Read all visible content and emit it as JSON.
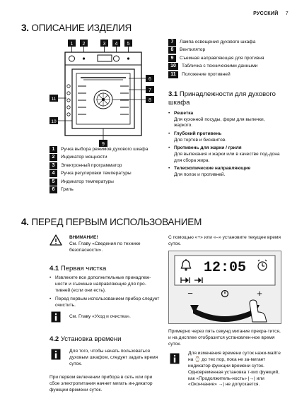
{
  "header": {
    "language": "РУССКИЙ",
    "page_number": "7"
  },
  "section3": {
    "num": "3.",
    "title": "ОПИСАНИЕ ИЗДЕЛИЯ",
    "diagram_callouts": [
      "1",
      "2",
      "3",
      "4",
      "5",
      "6",
      "7",
      "8",
      "9",
      "10",
      "11"
    ],
    "legend_left": [
      {
        "num": "1",
        "text": "Ручка выбора режимов духового шкафа"
      },
      {
        "num": "2",
        "text": "Индикатор мощности"
      },
      {
        "num": "3",
        "text": "Электронный программатор"
      },
      {
        "num": "4",
        "text": "Ручка регулировки температуры"
      },
      {
        "num": "5",
        "text": "Индикатор температуры"
      },
      {
        "num": "6",
        "text": "Гриль"
      }
    ],
    "legend_right": [
      {
        "num": "7",
        "text": "Лампа освещения духового шкафа"
      },
      {
        "num": "8",
        "text": "Вентилятор"
      },
      {
        "num": "9",
        "text": "Съемная направляющая для противня"
      },
      {
        "num": "10",
        "text": "Табличка с техническими данными"
      },
      {
        "num": "11",
        "text": "Положение противней"
      }
    ],
    "sub31": {
      "num": "3.1",
      "title": "Принадлежности для духового шкафа",
      "items": [
        {
          "title": "Решетка",
          "desc": "Для кухонной посуды, форм для выпечки, жаркого."
        },
        {
          "title": "Глубокий противень",
          "desc": "Для тортов и бисквитов."
        },
        {
          "title": "Противень для жарки / гриля",
          "desc": "Для выпекания и жарки или в качестве под-дона для сбора жира."
        },
        {
          "title": "Телескопические направляющие",
          "desc": "Для полок и противней."
        }
      ]
    }
  },
  "section4": {
    "num": "4.",
    "title": "ПЕРЕД ПЕРВЫМ ИСПОЛЬЗОВАНИЕМ",
    "warning": {
      "title": "ВНИМАНИЕ!",
      "text": "См. Главу «Сведения по технике безопасности»."
    },
    "sub41": {
      "num": "4.1",
      "title": "Первая чистка",
      "bullets": [
        "Извлеките все дополнительные принадлеж-ности и съемные направляющие для про-тивней (если они есть).",
        "Перед первым использованием прибор следует очистить."
      ],
      "info": "См. Главу «Уход и очистка»."
    },
    "sub42": {
      "num": "4.2",
      "title": "Установка времени",
      "info": "Для того, чтобы начать пользоваться духовым шкафом, следует задать время суток.",
      "para": "При первом включении прибора в сеть или при сбое электропитания начнет мигать ин-дикатор функции времени суток."
    },
    "right_intro": "С помощью «+» или «–» установите текущее время суток.",
    "display": {
      "time": "12:05",
      "minus": "−",
      "plus": "+"
    },
    "right_para": "Примерно через пять секунд мигание прекра-тится, и на дисплее отобразится установлен-ное время суток.",
    "right_info": "Для изменения времени суток нажи-майте на ⌚ до тех пор, пока не за-мигает индикатор функции времени суток. Одновременная установка т-ких функций, как «Продолжитель-ность» |→| или «Окончание» →| не допускается."
  },
  "colors": {
    "ink": "#111111",
    "panel": "#f2f2f2",
    "display_bg": "#ffffff"
  }
}
